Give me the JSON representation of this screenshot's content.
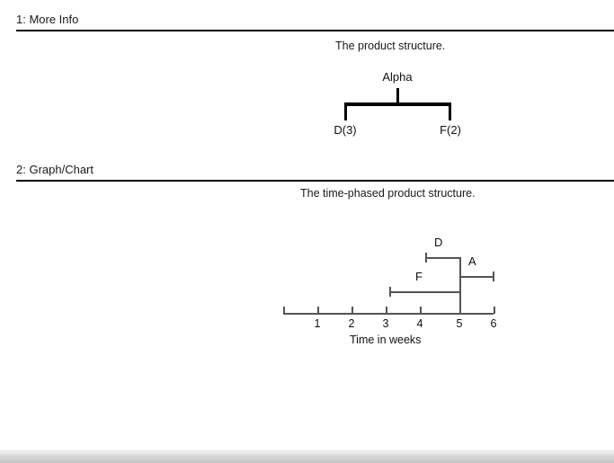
{
  "sections": [
    {
      "heading": "1: More Info",
      "caption": "The product structure.",
      "tree": {
        "root": "Alpha",
        "children": [
          "D(3)",
          "F(2)"
        ]
      }
    },
    {
      "heading": "2: Graph/Chart",
      "caption": "The time-phased product structure."
    }
  ],
  "chart_data": {
    "type": "bar",
    "orientation": "horizontal",
    "title": "The time-phased product structure.",
    "xlabel": "Time in weeks",
    "ylabel": "",
    "xlim": [
      0,
      6
    ],
    "xticks": [
      1,
      2,
      3,
      4,
      5,
      6
    ],
    "xtick_labels": [
      "1",
      "2",
      "3",
      "4",
      "5",
      "6"
    ],
    "grid": false,
    "legend": "none",
    "categories": [
      "D",
      "F",
      "A"
    ],
    "bars": [
      {
        "label": "D",
        "start": 4,
        "end": 5,
        "duration": 1
      },
      {
        "label": "A",
        "start": 5,
        "end": 6,
        "duration": 1
      },
      {
        "label": "F",
        "start": 3,
        "end": 5,
        "duration": 2
      }
    ],
    "connector_week": 5,
    "line_color": "#555555"
  },
  "scrollbar": {
    "orientation": "horizontal",
    "name": "page-horizontal-scrollbar"
  }
}
